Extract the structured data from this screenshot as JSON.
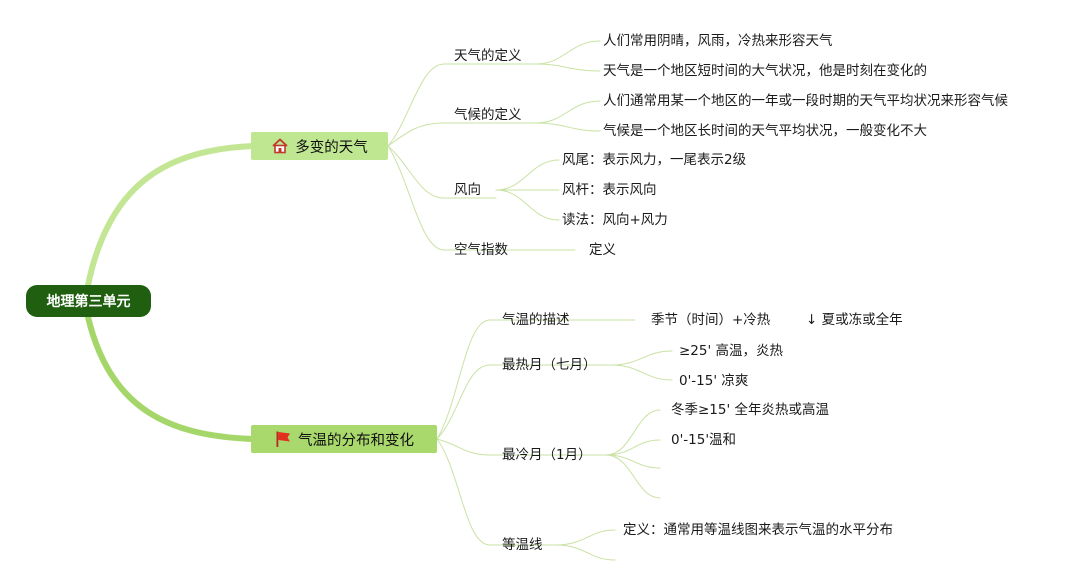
{
  "root": {
    "label": "地理第三单元"
  },
  "colors": {
    "root_bg": "#1f5f0f",
    "main1_bg": "#bfe690",
    "main2_bg": "#a9d96c",
    "line": "#c5e09a"
  },
  "branch1": {
    "label": "多变的天气",
    "icon": "house-icon",
    "weather_def": {
      "label": "天气的定义",
      "items": [
        "人们常用阴晴，风雨，冷热来形容天气",
        "天气是一个地区短时间的大气状况，他是时刻在变化的"
      ]
    },
    "climate_def": {
      "label": "气候的定义",
      "items": [
        "人们通常用某一个地区的一年或一段时期的天气平均状况来形容气候",
        "气候是一个地区长时间的天气平均状况，一般变化不大"
      ]
    },
    "wind": {
      "label": "风向",
      "items": [
        "风尾：表示风力，一尾表示2级",
        "风杆：表示风向",
        "读法：风向+风力"
      ]
    },
    "aqi": {
      "label": "空气指数",
      "item": "定义"
    }
  },
  "branch2": {
    "label": "气温的分布和变化",
    "icon": "red-flag-icon",
    "desc": {
      "label": "气温的描述",
      "item": "季节（时间）+冷热",
      "note": "↓ 夏或冻或全年"
    },
    "hottest": {
      "label": "最热月（七月）",
      "items": [
        "≥25' 高温，炎热",
        "0'-15' 凉爽"
      ]
    },
    "coldest": {
      "label": "最冷月（1月）",
      "items": [
        "冬季≥15' 全年炎热或高温",
        "0'-15'温和"
      ]
    },
    "isotherm": {
      "label": "等温线",
      "item": "定义：通常用等温线图来表示气温的水平分布"
    }
  }
}
